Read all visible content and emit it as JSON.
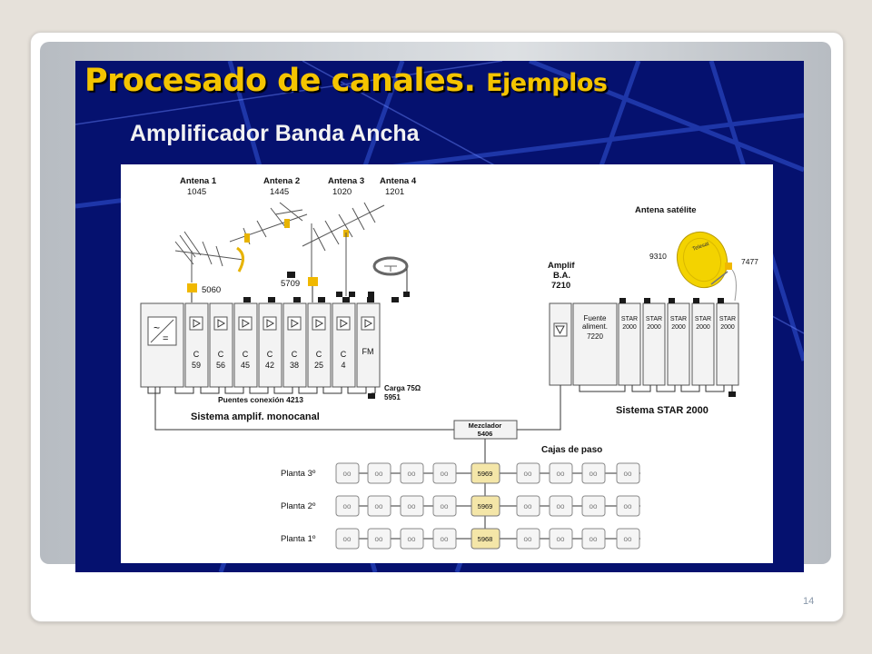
{
  "slide": {
    "title": "Procesado de canales.",
    "title_suffix": "Ejemplos",
    "subtitle": "Amplificador Banda Ancha",
    "page_number": "14"
  },
  "antennas": [
    {
      "name": "Antena 1",
      "code": "1045"
    },
    {
      "name": "Antena 2",
      "code": "1445"
    },
    {
      "name": "Antena 3",
      "code": "1020"
    },
    {
      "name": "Antena 4",
      "code": "1201"
    }
  ],
  "preamp_labels": [
    "5060",
    "5709"
  ],
  "channel_modules": [
    {
      "top": "C",
      "bottom": "59"
    },
    {
      "top": "C",
      "bottom": "56"
    },
    {
      "top": "C",
      "bottom": "45"
    },
    {
      "top": "C",
      "bottom": "42"
    },
    {
      "top": "C",
      "bottom": "38"
    },
    {
      "top": "C",
      "bottom": "25"
    },
    {
      "top": "C",
      "bottom": "4"
    },
    {
      "top": "",
      "bottom": "FM"
    }
  ],
  "monocanal": {
    "bridges": "Puentes conexión 4213",
    "load_label": "Carga 75Ω",
    "load_code": "5951",
    "system_name": "Sistema  amplif. monocanal"
  },
  "satellite": {
    "label": "Antena satélite",
    "dish_brand": "Telesat",
    "code_left": "9310",
    "code_right": "7477"
  },
  "amplif_ba": {
    "line1": "Amplif",
    "line2": "B.A.",
    "line3": "7210"
  },
  "star": {
    "psu_line1": "Fuente",
    "psu_line2": "aliment.",
    "psu_line3": "7220",
    "modules": [
      {
        "name": "STAR",
        "code": "2000"
      },
      {
        "name": "STAR",
        "code": "2000"
      },
      {
        "name": "STAR",
        "code": "2000"
      },
      {
        "name": "STAR",
        "code": "2000"
      },
      {
        "name": "STAR",
        "code": "2000"
      }
    ],
    "system_name": "Sistema STAR 2000"
  },
  "mixer": {
    "line1": "Mezclador",
    "line2": "5406"
  },
  "distribution": {
    "title": "Cajas de paso",
    "floors": [
      {
        "label": "Planta 3º",
        "code": "5969"
      },
      {
        "label": "Planta 2º",
        "code": "5969"
      },
      {
        "label": "Planta 1º",
        "code": "5968"
      }
    ]
  },
  "colors": {
    "slide_bg": "#05116f",
    "title": "#f4c400",
    "preamp": "#f0b800",
    "dish": "#f3d300",
    "highlight_box": "#f4e6a8"
  }
}
